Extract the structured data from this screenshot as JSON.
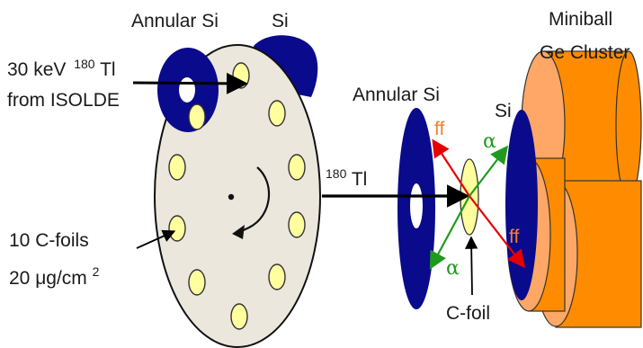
{
  "labels": {
    "annular_si_left": "Annular Si",
    "si_left": "Si",
    "beam_energy": "30 keV",
    "beam_mass": "180",
    "beam_element": "Tl",
    "beam_source": "from ISOLDE",
    "annular_si_right": "Annular Si",
    "si_right": "Si",
    "miniball_line1": "Miniball",
    "miniball_line2": "Ge Cluster",
    "ff_top": "ff",
    "alpha_top": "α",
    "beam_in_mass": "180",
    "beam_in_element": "Tl",
    "alpha_bottom": "α",
    "ff_bottom": "ff",
    "cfoil": "C-foil",
    "cfoils_line1": "10 C-foils",
    "cfoils_line2_value": "20 μg/cm",
    "cfoils_line2_exp": "2"
  },
  "colors": {
    "detector_blue": "#0a0a8c",
    "wheel_fill": "#ebe7dc",
    "foil_fill": "#ffff9e",
    "ge_front": "#ff8c00",
    "ge_side": "#ffa766",
    "arrow_ff": "#e60000",
    "arrow_alpha": "#1f9a1f",
    "ff_text": "#f08030",
    "alpha_text": "#1f9a1f"
  }
}
